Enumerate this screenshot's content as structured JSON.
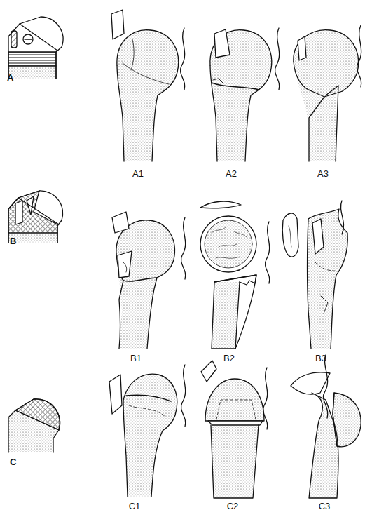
{
  "diagram": {
    "labels": [
      "A",
      "A1",
      "A2",
      "A3",
      "B",
      "B1",
      "B2",
      "B3",
      "C",
      "C1",
      "C2",
      "C3"
    ]
  }
}
